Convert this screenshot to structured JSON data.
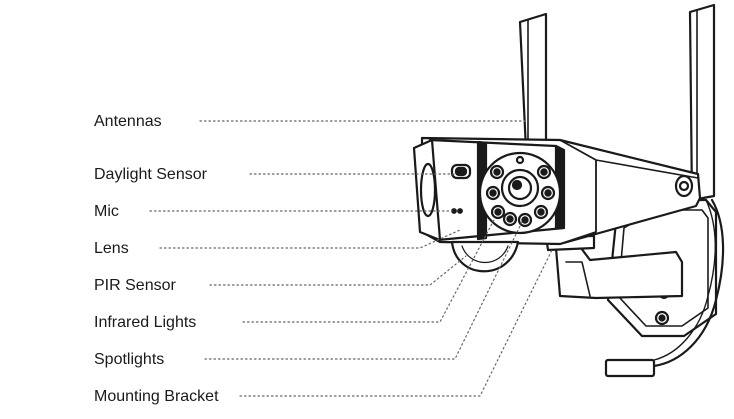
{
  "labels": {
    "antennas": "Antennas",
    "daylight_sensor": "Daylight Sensor",
    "mic": "Mic",
    "lens": "Lens",
    "pir_sensor": "PIR Sensor",
    "infrared_lights": "Infrared Lights",
    "spotlights": "Spotlights",
    "mounting_bracket": "Mounting Bracket"
  },
  "colors": {
    "ink": "#1a1a1a",
    "leader": "#666666",
    "background": "#ffffff"
  }
}
